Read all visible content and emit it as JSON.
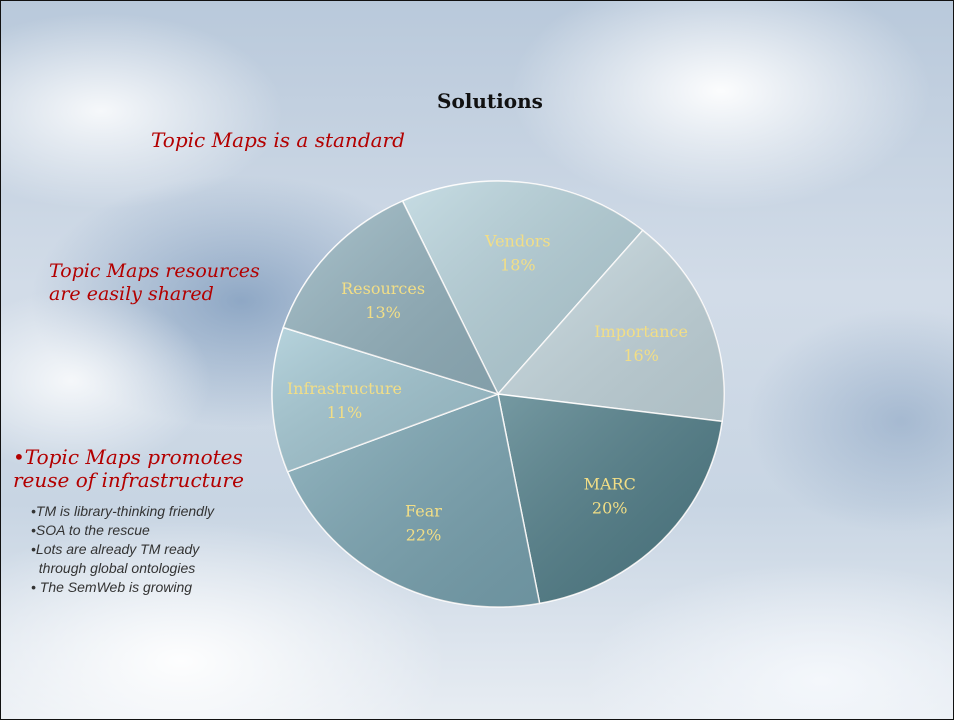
{
  "chart_data": {
    "type": "pie",
    "title": "Solutions",
    "slices": [
      {
        "label": "Vendors",
        "value": 18,
        "value_label": "18%",
        "color": "#b7d3dc"
      },
      {
        "label": "Importance",
        "value": 16,
        "value_label": "16%",
        "color": "#c6d9e0"
      },
      {
        "label": "MARC",
        "value": 20,
        "value_label": "20%",
        "color": "#4f7d88"
      },
      {
        "label": "Fear",
        "value": 22,
        "value_label": "22%",
        "color": "#7ba6b4"
      },
      {
        "label": "Infrastructure",
        "value": 11,
        "value_label": "11%",
        "color": "#a2c7d3"
      },
      {
        "label": "Resources",
        "value": 13,
        "value_label": "13%",
        "color": "#95b4c0"
      }
    ]
  },
  "notes": {
    "standard": "Topic Maps is a standard",
    "shared_line1": "Topic Maps resources",
    "shared_line2": "are easily shared",
    "promotes_line1": "•Topic Maps promotes",
    "promotes_line2": "reuse of infrastructure"
  },
  "bullets": [
    "•TM is library-thinking friendly",
    "•SOA to the rescue",
    "•Lots are already TM ready",
    "  through global ontologies",
    "• The SemWeb is growing"
  ]
}
